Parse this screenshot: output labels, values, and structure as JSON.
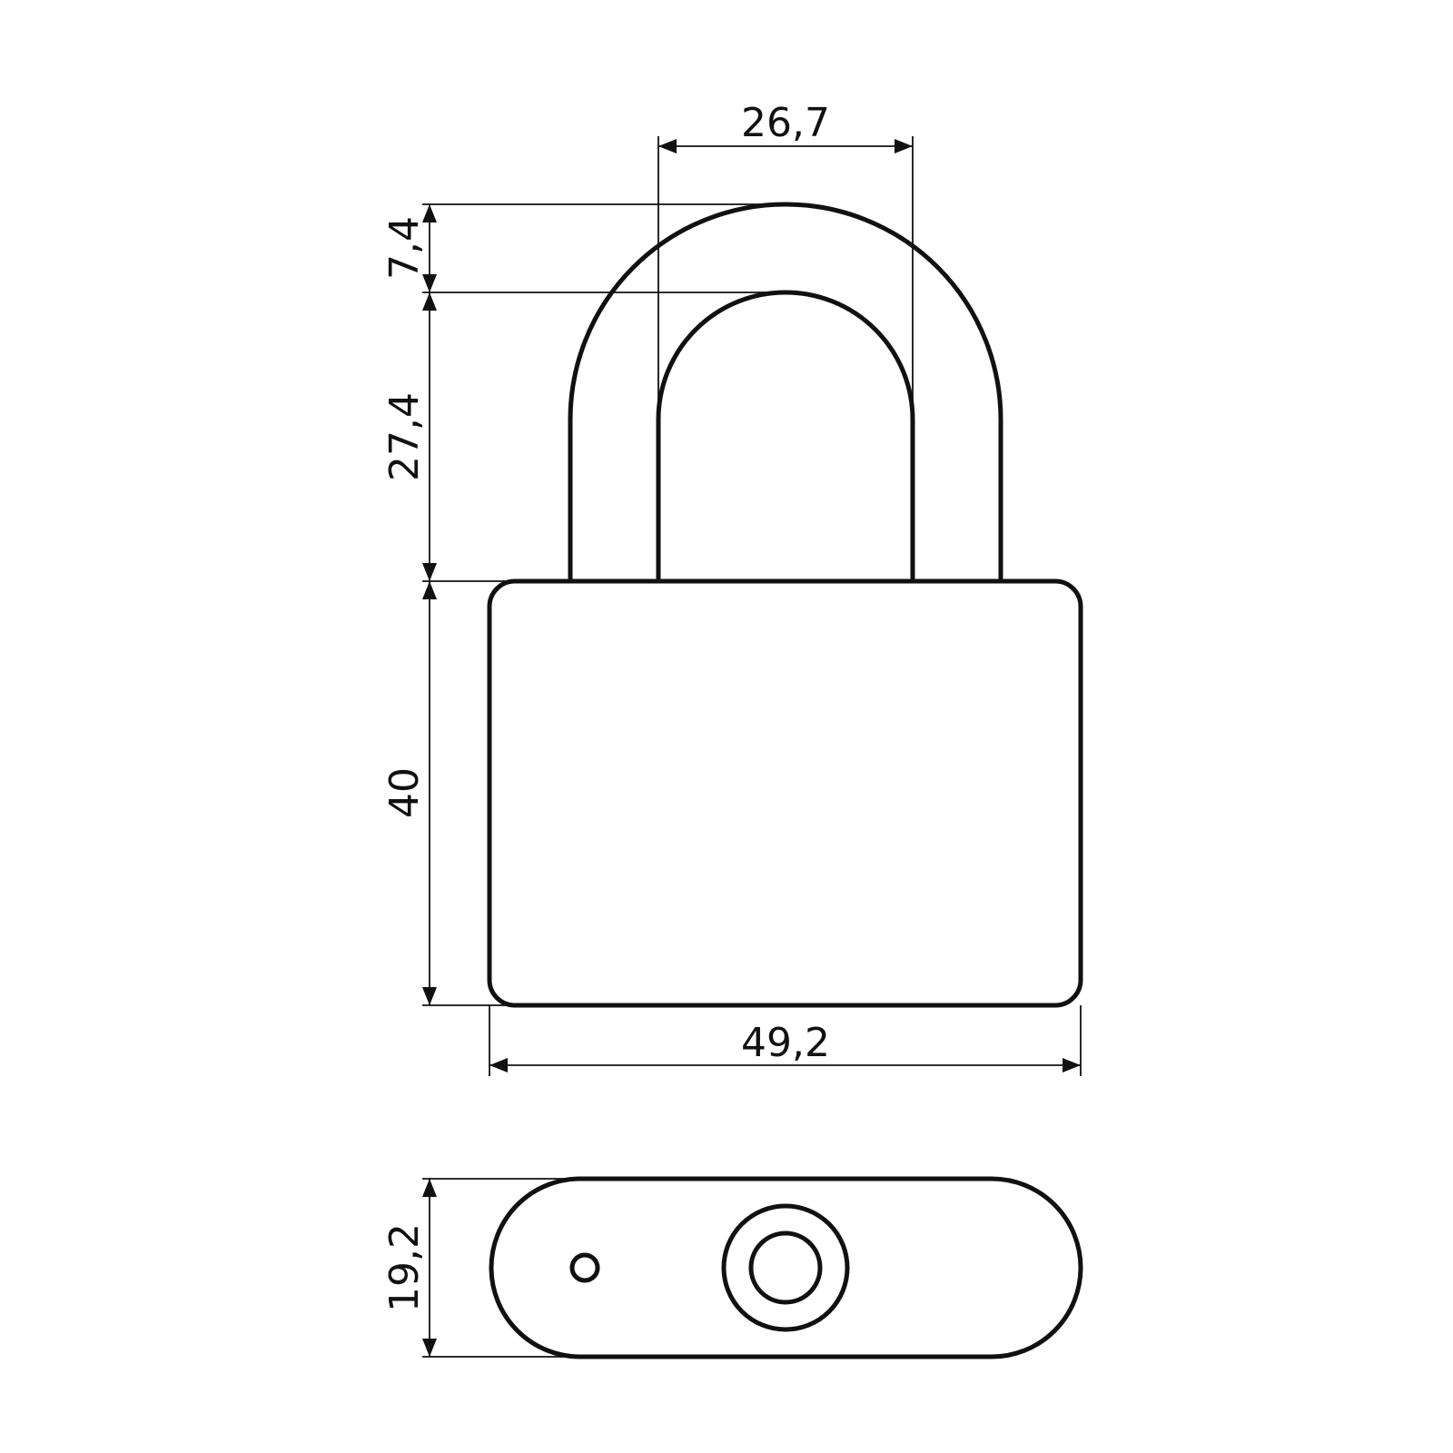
{
  "drawing": {
    "line_color": "#111111",
    "background_color": "#ffffff",
    "dimensions": {
      "shackle_inner_width": "26,7",
      "shackle_thickness": "7,4",
      "shackle_clearance": "27,4",
      "body_height": "40",
      "body_width": "49,2",
      "body_depth": "19,2"
    }
  }
}
